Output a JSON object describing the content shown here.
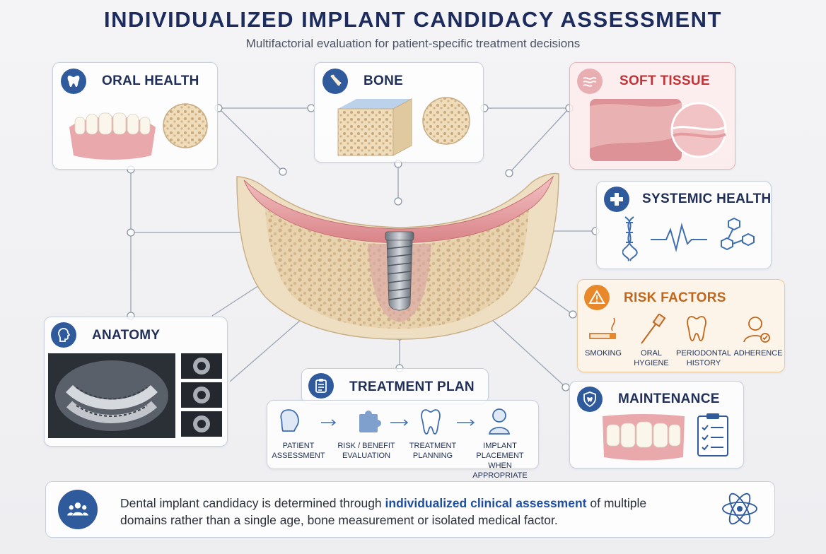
{
  "title": "INDIVIDUALIZED IMPLANT CANDIDACY ASSESSMENT",
  "subtitle": "Multifactorial evaluation for patient-specific treatment decisions",
  "panels": {
    "oral_health": {
      "title": "ORAL HEALTH",
      "icon": "tooth-icon",
      "color": "#1f2f57"
    },
    "bone": {
      "title": "BONE",
      "icon": "bone-icon",
      "color": "#1f2f57"
    },
    "soft_tissue": {
      "title": "SOFT TISSUE",
      "icon": "tissue-icon",
      "color": "#c0353a"
    },
    "systemic_health": {
      "title": "SYSTEMIC HEALTH",
      "icon": "medical-cross-icon",
      "color": "#1f2f57"
    },
    "risk_factors": {
      "title": "RISK FACTORS",
      "icon": "warning-icon",
      "color": "#c0661c",
      "items": [
        {
          "label": "SMOKING",
          "icon": "cigarette-icon"
        },
        {
          "label": "ORAL\nHYGIENE",
          "icon": "toothbrush-icon"
        },
        {
          "label": "PERIODONTAL\nHISTORY",
          "icon": "tooth-outline-icon"
        },
        {
          "label": "ADHERENCE",
          "icon": "person-check-icon"
        }
      ]
    },
    "anatomy": {
      "title": "ANATOMY",
      "icon": "head-profile-icon",
      "color": "#1f2f57"
    },
    "treatment_plan": {
      "title": "TREATMENT PLAN",
      "icon": "clipboard-icon",
      "color": "#1f2f57",
      "steps": [
        {
          "label": "PATIENT\nASSESSMENT",
          "icon": "patient-head-icon"
        },
        {
          "label": "RISK / BENEFIT\nEVALUATION",
          "icon": "puzzle-icon"
        },
        {
          "label": "TREATMENT\nPLANNING",
          "icon": "tooth-plan-icon"
        },
        {
          "label": "IMPLANT PLACEMENT\nWHEN APPROPRIATE",
          "icon": "dentist-icon"
        }
      ]
    },
    "maintenance": {
      "title": "MAINTENANCE",
      "icon": "shield-tooth-icon",
      "color": "#1f2f57"
    }
  },
  "footer": {
    "text_before": "Dental implant candidacy is determined through ",
    "highlight": "individualized clinical assessment",
    "text_after": " of multiple domains rather than a single age, bone measurement or isolated medical factor.",
    "icon": "people-group-icon",
    "side_icon": "atom-icon"
  },
  "colors": {
    "navy": "#1f2f57",
    "accent_blue": "#1f4fa3",
    "soft_tissue_red": "#c0353a",
    "risk_orange": "#c0661c",
    "bone_beige": "#ead8b8",
    "gum_pink": "#e6a3a6"
  }
}
